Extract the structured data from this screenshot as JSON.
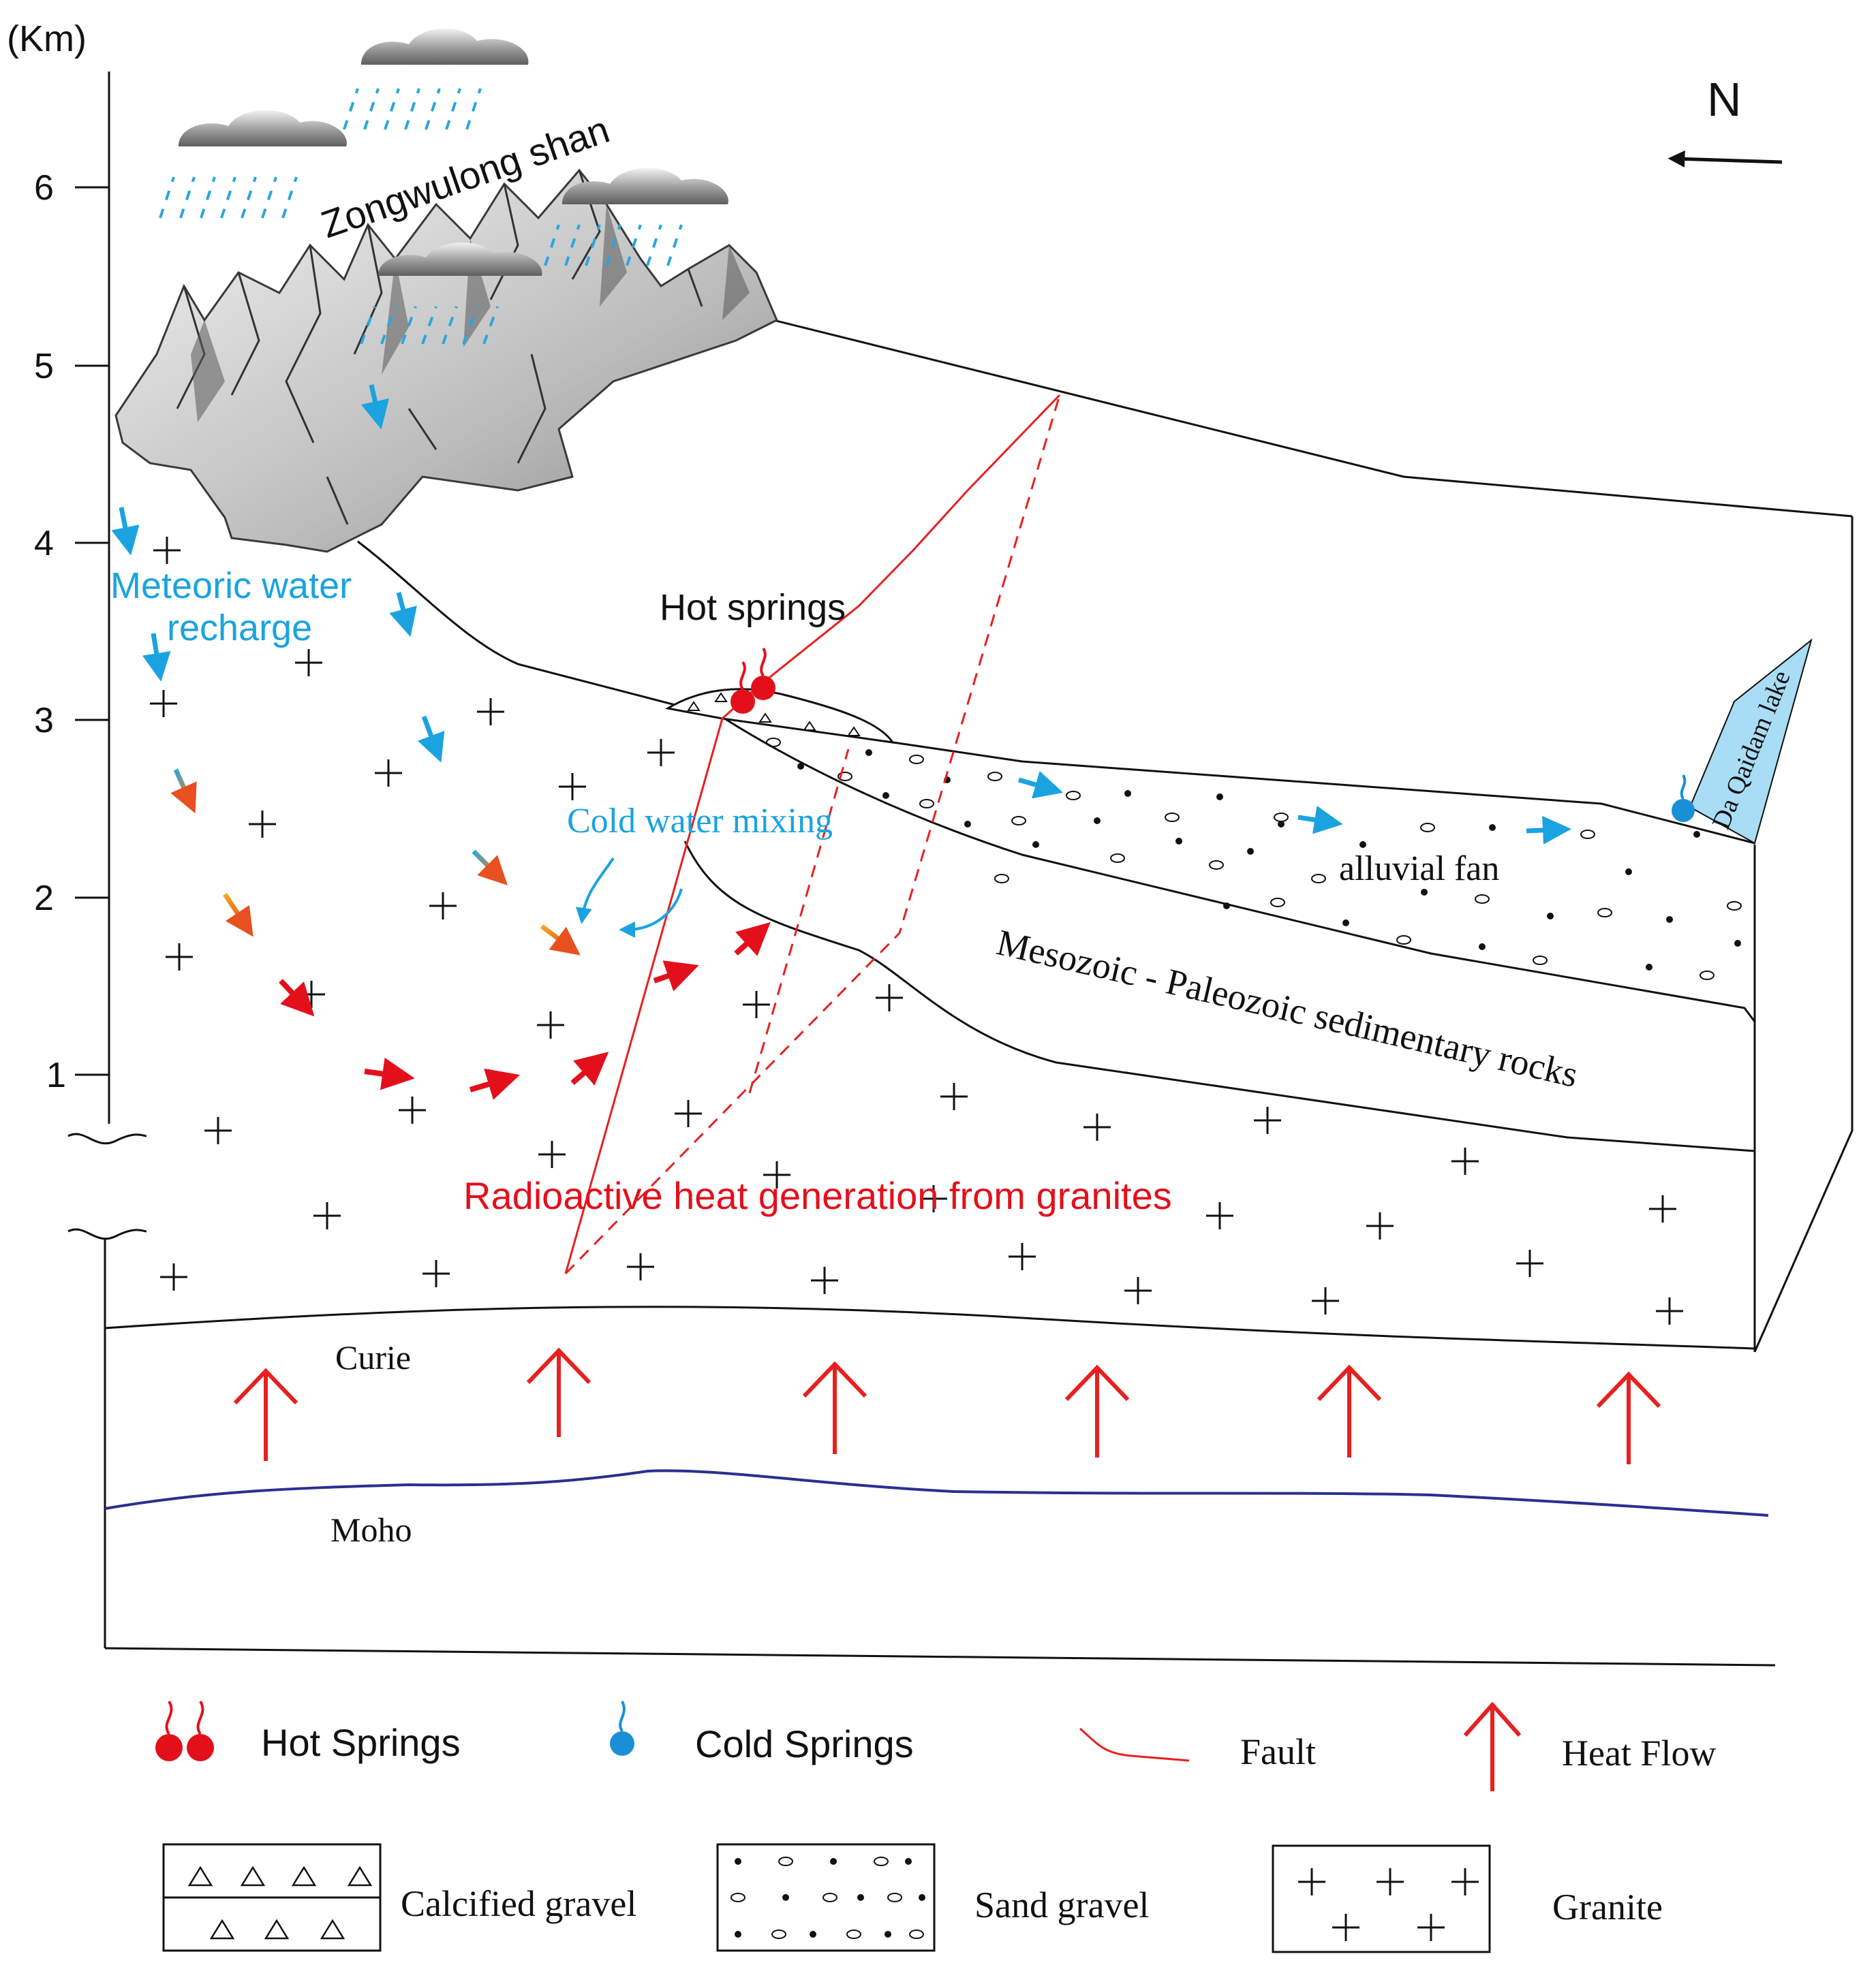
{
  "axis": {
    "unit_label": "(Km)",
    "ticks": [
      "6",
      "5",
      "4",
      "3",
      "2",
      "1"
    ]
  },
  "north": {
    "label": "N"
  },
  "labels": {
    "mountain": "Zongwulong shan",
    "hot_springs": "Hot springs",
    "meteoric_line1": "Meteoric water",
    "meteoric_line2": "recharge",
    "cold_mixing": "Cold water mixing",
    "lake": "Da Qaidam lake",
    "alluvial": "alluvial fan",
    "sedimentary": "Mesozoic - Paleozoic sedimentary rocks",
    "radioactive": "Radioactive heat generation from granites",
    "curie": "Curie",
    "moho": "Moho"
  },
  "legend": {
    "hot_springs": "Hot Springs",
    "cold_springs": "Cold Springs",
    "fault": "Fault",
    "heat_flow": "Heat Flow",
    "calcified_gravel": "Calcified gravel",
    "sand_gravel": "Sand gravel",
    "granite": "Granite"
  },
  "colors": {
    "fault": "#e8201f",
    "heat_flow": "#e8201f",
    "meteoric": "#1aa3e0",
    "lake": "#a9dcf5",
    "moho": "#2b2f8f",
    "hot_spring": "#e3101b",
    "cold_spring": "#1a8fd6"
  }
}
